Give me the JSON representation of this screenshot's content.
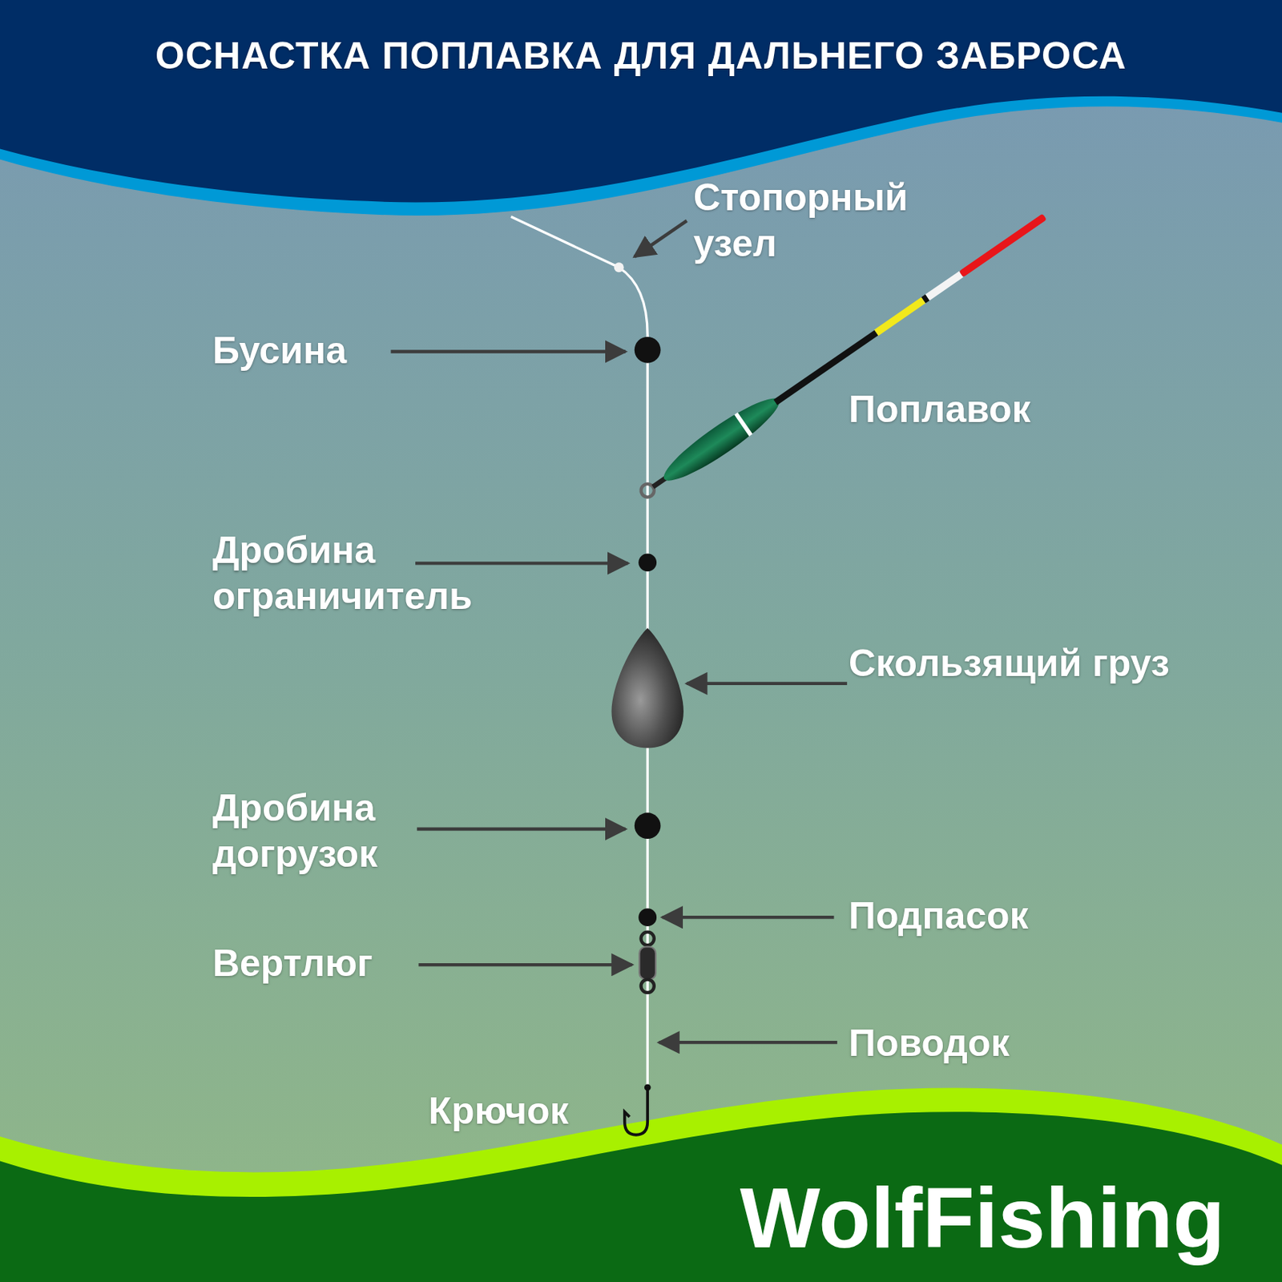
{
  "diagram": {
    "title": "ОСНАСТКА ПОПЛАВКА ДЛЯ ДАЛЬНЕГО ЗАБРОСА",
    "labels": [
      "Стопорный узел",
      "Бусина",
      "Поплавок",
      "Дробина ограничитель",
      "Скользящий груз",
      "Дробина догрузок",
      "Подпасок",
      "Вертлюг",
      "Поводок",
      "Крючок",
      "WolfFishing"
    ]
  }
}
